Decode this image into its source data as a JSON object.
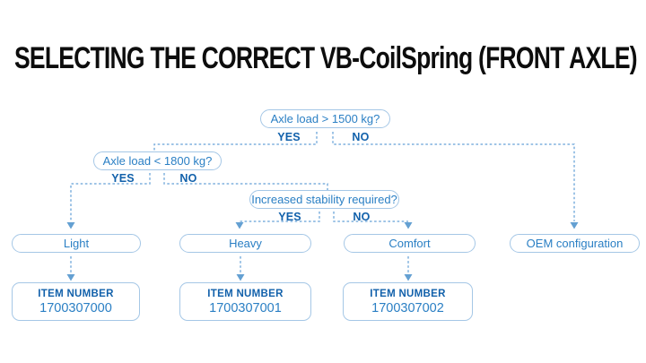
{
  "title": "SELECTING THE CORRECT VB-CoilSpring (FRONT AXLE)",
  "colors": {
    "title_text": "#0d0d0d",
    "question_text": "#2a7fc4",
    "label_text": "#1261ab",
    "box_border": "#a5c7e6",
    "dashed_line": "#7fb0dd",
    "arrowhead": "#64a0d2"
  },
  "decisions": [
    {
      "question": "Axle load > 1500 kg?",
      "yes": "YES",
      "no": "NO"
    },
    {
      "question": "Axle load < 1800 kg?",
      "yes": "YES",
      "no": "NO"
    },
    {
      "question": "Increased stability required?",
      "yes": "YES",
      "no": "NO"
    }
  ],
  "results": [
    {
      "label": "Light"
    },
    {
      "label": "Heavy"
    },
    {
      "label": "Comfort"
    },
    {
      "label": "OEM configuration"
    }
  ],
  "items": [
    {
      "heading": "ITEM NUMBER",
      "number": "1700307000"
    },
    {
      "heading": "ITEM NUMBER",
      "number": "1700307001"
    },
    {
      "heading": "ITEM NUMBER",
      "number": "1700307002"
    }
  ]
}
